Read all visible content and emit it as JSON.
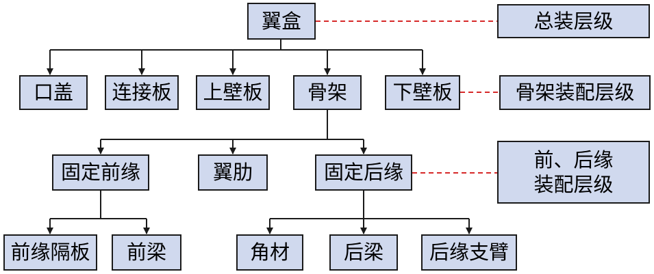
{
  "nodes": {
    "wing_box": "翼盒",
    "cover": "口盖",
    "connector": "连接板",
    "upper_panel": "上壁板",
    "skeleton": "骨架",
    "lower_panel": "下壁板",
    "fixed_leading": "固定前缘",
    "rib": "翼肋",
    "fixed_trailing": "固定后缘",
    "le_bulkhead": "前缘隔板",
    "front_beam": "前梁",
    "angle": "角材",
    "rear_beam": "后梁",
    "te_strut": "后缘支臂"
  },
  "levels": {
    "final": "总装层级",
    "skeleton": "骨架装配层级",
    "edge_line1": "前、后缘",
    "edge_line2": "装配层级"
  },
  "colors": {
    "node_fill": "#d0d9ee",
    "line": "#1a1a1a",
    "level_link": "#d62828"
  }
}
